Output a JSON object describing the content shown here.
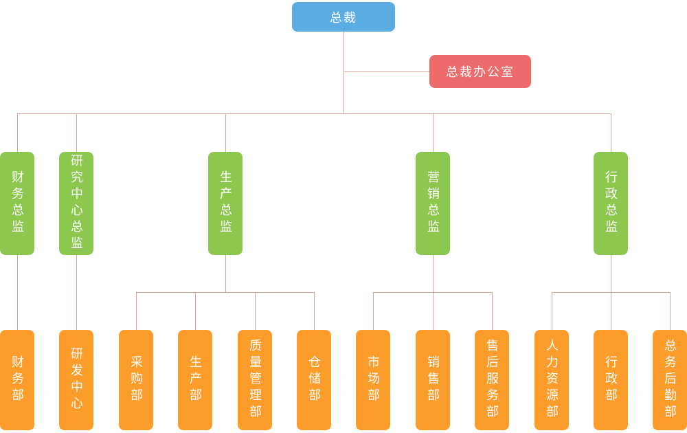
{
  "colors": {
    "root": "#5BACE2",
    "office": "#ED6B6B",
    "director": "#8CC74E",
    "dept": "#FC9D2B",
    "line": "#D6A09B",
    "label": "#FFFFFF"
  },
  "org": {
    "root": {
      "label": "总裁"
    },
    "office": {
      "label": "总裁办公室"
    },
    "directors": [
      {
        "label": "财务总监",
        "departments": [
          "财务部"
        ]
      },
      {
        "label": "研究中心总监",
        "departments": [
          "研发中心"
        ]
      },
      {
        "label": "生产总监",
        "departments": [
          "采购部",
          "生产部",
          "质量管理部",
          "仓储部"
        ]
      },
      {
        "label": "营销总监",
        "departments": [
          "市场部",
          "销售部",
          "售后服务部"
        ]
      },
      {
        "label": "行政总监",
        "departments": [
          "人力资源部",
          "行政部",
          "总务后勤部"
        ]
      }
    ]
  }
}
